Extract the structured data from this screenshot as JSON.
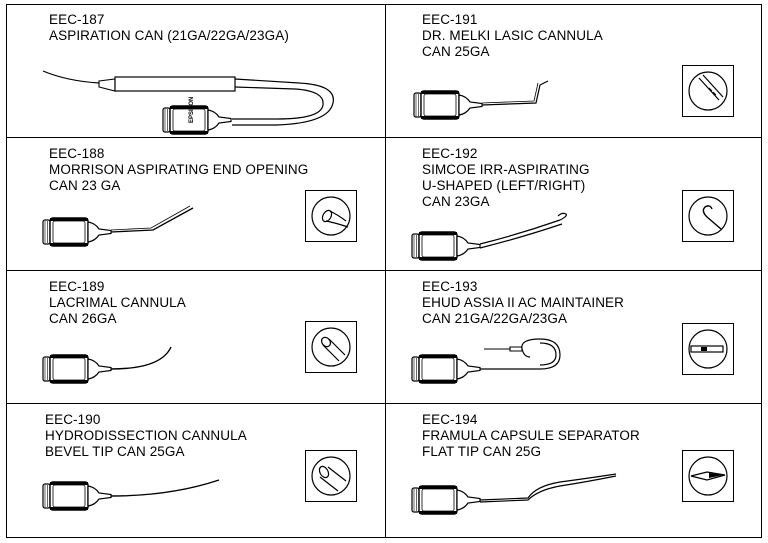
{
  "items": [
    {
      "code": "EEC-187",
      "lines": [
        "ASPIRATION CAN (21GA/22GA/23GA)"
      ]
    },
    {
      "code": "EEC-191",
      "lines": [
        "DR. MELKI LASIC CANNULA",
        "CAN 25GA"
      ]
    },
    {
      "code": "EEC-188",
      "lines": [
        "MORRISON ASPIRATING END OPENING",
        "CAN 23 GA"
      ]
    },
    {
      "code": "EEC-192",
      "lines": [
        "SIMCOE IRR-ASPIRATING",
        "U-SHAPED (LEFT/RIGHT)",
        "CAN 23GA"
      ]
    },
    {
      "code": "EEC-189",
      "lines": [
        "LACRIMAL CANNULA",
        "CAN 26GA"
      ]
    },
    {
      "code": "EEC-193",
      "lines": [
        "EHUD ASSIA II AC MAINTAINER",
        "CAN 21GA/22GA/23GA"
      ]
    },
    {
      "code": "EEC-190",
      "lines": [
        "HYDRODISSECTION CANNULA",
        "BEVEL TIP CAN 25GA"
      ]
    },
    {
      "code": "EEC-194",
      "lines": [
        "FRAMULA CAPSULE SEPARATOR",
        "FLAT TIP CAN 25G"
      ]
    }
  ],
  "hub_brand": "EPSILON"
}
